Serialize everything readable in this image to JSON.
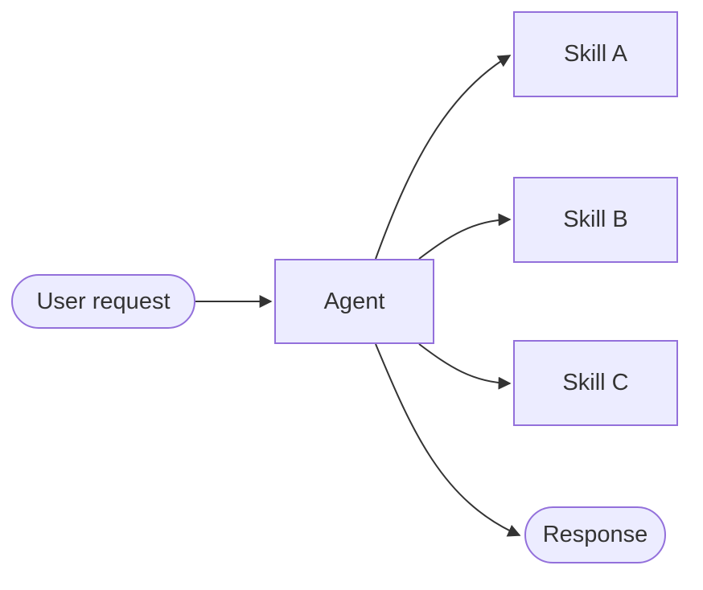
{
  "diagram": {
    "type": "flowchart",
    "direction": "left-to-right",
    "nodes": [
      {
        "id": "user_request",
        "label": "User request",
        "shape": "stadium"
      },
      {
        "id": "agent",
        "label": "Agent",
        "shape": "rectangle"
      },
      {
        "id": "skill_a",
        "label": "Skill A",
        "shape": "rectangle"
      },
      {
        "id": "skill_b",
        "label": "Skill B",
        "shape": "rectangle"
      },
      {
        "id": "skill_c",
        "label": "Skill C",
        "shape": "rectangle"
      },
      {
        "id": "response",
        "label": "Response",
        "shape": "stadium"
      }
    ],
    "edges": [
      {
        "from": "user_request",
        "to": "agent"
      },
      {
        "from": "agent",
        "to": "skill_a"
      },
      {
        "from": "agent",
        "to": "skill_b"
      },
      {
        "from": "agent",
        "to": "skill_c"
      },
      {
        "from": "agent",
        "to": "response"
      }
    ],
    "colors": {
      "node_fill": "#ECECFF",
      "node_border": "#9370DB",
      "edge_stroke": "#333333",
      "text": "#333333",
      "background": "#FFFFFF"
    }
  }
}
